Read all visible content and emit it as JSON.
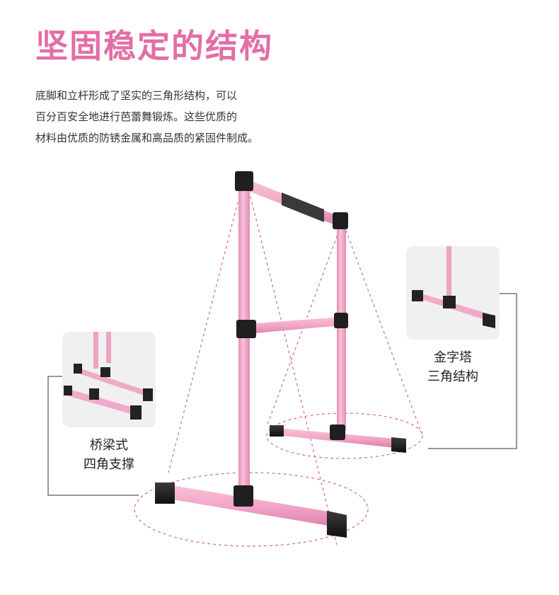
{
  "heading": "坚固稳定的结构",
  "description": [
    "底脚和立杆形成了坚实的三角形结构，可以",
    "百分百安全地进行芭蕾舞锻炼。这些优质的",
    "材料由优质的防锈金属和高品质的紧固件制成。"
  ],
  "callout_left": [
    "桥梁式",
    "四角支撑"
  ],
  "callout_right": [
    "金字塔",
    "三角结构"
  ],
  "colors": {
    "heading": "#e36ea6",
    "bar_pink": "#f3a9c8",
    "bar_pink_dark": "#e287b0",
    "fitting": "#1f1f1f",
    "dashed_guide": "#d26a98"
  },
  "images": {
    "main": "pink-ballet-barre-product",
    "inset_left": "quad-leg-base-closeup",
    "inset_right": "t-base-closeup"
  }
}
